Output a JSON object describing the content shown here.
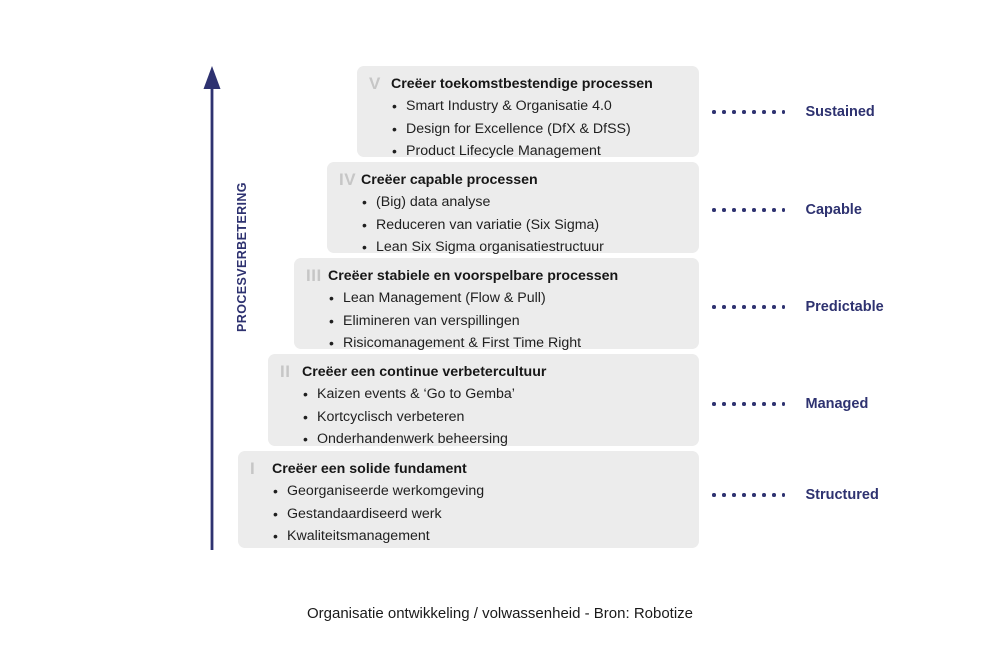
{
  "axis": {
    "label": "PROCESVERBETERING",
    "arrow_icon": "up-arrow-icon",
    "color": "#2e3270"
  },
  "colors": {
    "navy": "#2e3270",
    "block_fill": "#ececec",
    "numeral": "#c6c6c6",
    "text": "#1a1a1a"
  },
  "levels": [
    {
      "numeral": "V",
      "title": "Creëer toekomstbestendige processen",
      "bullets": [
        "Smart Industry & Organisatie 4.0",
        "Design for Excellence (DfX & DfSS)",
        "Product Lifecycle Management"
      ],
      "stage": "Sustained"
    },
    {
      "numeral": "IV",
      "title": "Creëer capable processen",
      "bullets": [
        "(Big) data analyse",
        "Reduceren van variatie (Six Sigma)",
        "Lean Six Sigma organisatiestructuur"
      ],
      "stage": "Capable"
    },
    {
      "numeral": "III",
      "title": "Creëer stabiele en voorspelbare processen",
      "bullets": [
        "Lean Management (Flow & Pull)",
        "Elimineren van verspillingen",
        "Risicomanagement & First Time Right"
      ],
      "stage": "Predictable"
    },
    {
      "numeral": "II",
      "title": "Creëer een continue verbetercultuur",
      "bullets": [
        "Kaizen events & ‘Go to Gemba’",
        "Kortcyclisch verbeteren",
        "Onderhandenwerk beheersing"
      ],
      "stage": "Managed"
    },
    {
      "numeral": "I",
      "title": "Creëer een solide fundament",
      "bullets": [
        "Georganiseerde werkomgeving",
        "Gestandaardiseerd werk",
        "Kwaliteitsmanagement"
      ],
      "stage": "Structured"
    }
  ],
  "caption": "Organisatie ontwikkeling / volwassenheid - Bron: Robotize"
}
